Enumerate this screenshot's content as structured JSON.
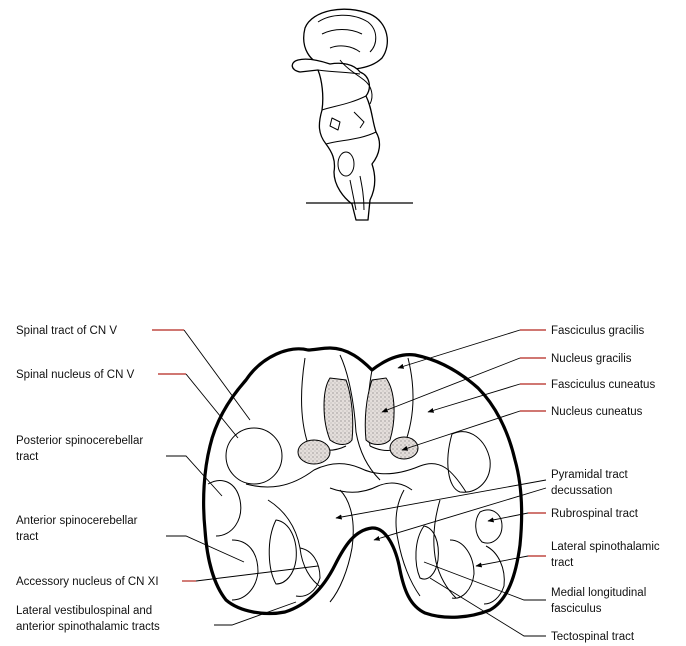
{
  "figure": {
    "labels": {
      "spinal_tract_cn_v": "Spinal tract of CN V",
      "spinal_nucleus_cn_v": "Spinal nucleus of CN V",
      "posterior_spinocerebellar_1": "Posterior spinocerebellar",
      "posterior_spinocerebellar_2": "tract",
      "anterior_spinocerebellar_1": "Anterior spinocerebellar",
      "anterior_spinocerebellar_2": "tract",
      "accessory_nucleus": "Accessory nucleus of CN XI",
      "lat_vestibulospinal_1": "Lateral vestibulospinal and",
      "lat_vestibulospinal_2": "anterior spinothalamic tracts",
      "fasciculus_gracilis": "Fasciculus gracilis",
      "nucleus_gracilis": "Nucleus gracilis",
      "fasciculus_cuneatus": "Fasciculus cuneatus",
      "nucleus_cuneatus": "Nucleus cuneatus",
      "pyramidal_1": "Pyramidal tract",
      "pyramidal_2": "decussation",
      "rubrospinal": "Rubrospinal tract",
      "lateral_spinothalamic_1": "Lateral spinothalamic",
      "lateral_spinothalamic_2": "tract",
      "mlf_1": "Medial longitudinal",
      "mlf_2": "fasciculus",
      "tectospinal": "Tectospinal tract"
    }
  }
}
